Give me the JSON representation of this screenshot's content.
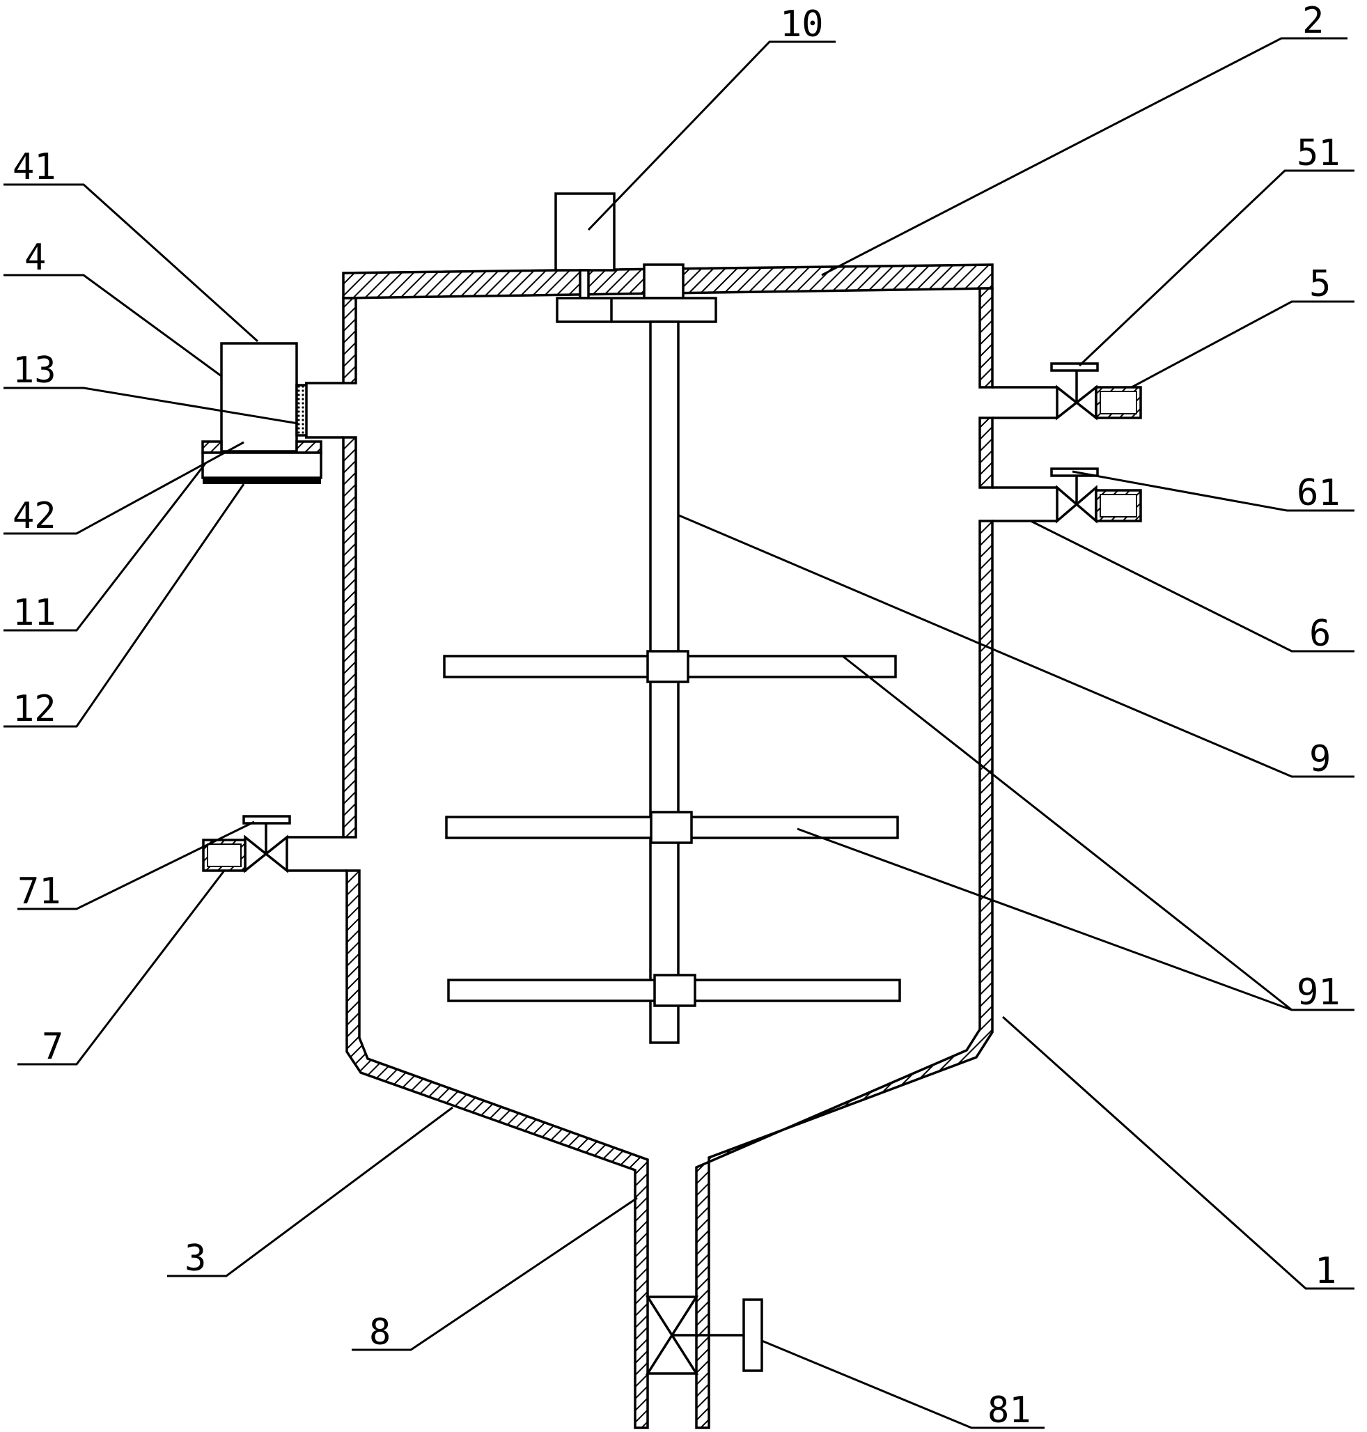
{
  "figure": {
    "labels": {
      "n10": "10",
      "n2": "2",
      "n41": "41",
      "n51": "51",
      "n4": "4",
      "n5": "5",
      "n13": "13",
      "n61": "61",
      "n42": "42",
      "n11": "11",
      "n6": "6",
      "n12": "12",
      "n9": "9",
      "n71": "71",
      "n91": "91",
      "n7": "7",
      "n3": "3",
      "n1": "1",
      "n8": "8",
      "n81": "81"
    }
  }
}
